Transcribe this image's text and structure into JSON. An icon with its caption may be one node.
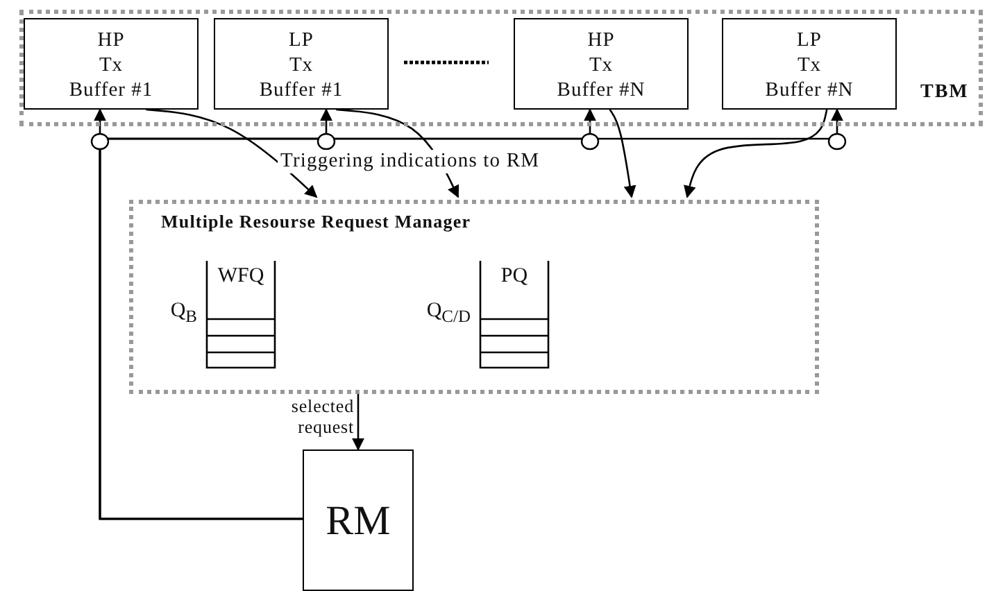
{
  "diagram": {
    "nodes": [
      {
        "text": [
          "TBM"
        ]
      },
      {
        "text": [
          "HP Tx Buffer #1"
        ],
        "in": 0
      },
      {
        "text": [
          "LP Tx Buffer #1"
        ],
        "in": 0
      },
      {
        "text": [
          "HP Tx Buffer #N"
        ],
        "in": 0
      },
      {
        "text": [
          "LP Tx Buffer #N"
        ],
        "in": 0
      },
      {
        "text": [
          "Multiple Resourse Request Manager"
        ]
      },
      {
        "text": [
          "WFQ"
        ],
        "beside": [
          "Q$_{B}$"
        ],
        "in": 5
      },
      {
        "text": [
          "PQ"
        ],
        "beside": [
          "Q$_{C/D}$"
        ],
        "in": 5
      },
      {
        "text": [
          "RM"
        ]
      }
    ],
    "edges": [
      {
        "from": 1,
        "to": 5,
        "arrow": "to"
      },
      {
        "from": 2,
        "to": 5,
        "arrow": "to"
      },
      {
        "from": 3,
        "to": 5,
        "arrow": "to"
      },
      {
        "from": 4,
        "to": 5,
        "arrow": "to"
      },
      {
        "from": 5,
        "to": 8,
        "arrow": "to",
        "label": "selected request"
      },
      {
        "from": 8,
        "to": 1,
        "arrow": "to"
      },
      {
        "from": 8,
        "to": 2,
        "arrow": "to"
      },
      {
        "from": 8,
        "to": 3,
        "arrow": "to"
      },
      {
        "from": 8,
        "to": 4,
        "arrow": "to"
      }
    ],
    "labels": [
      "Triggering indications to RM"
    ]
  }
}
